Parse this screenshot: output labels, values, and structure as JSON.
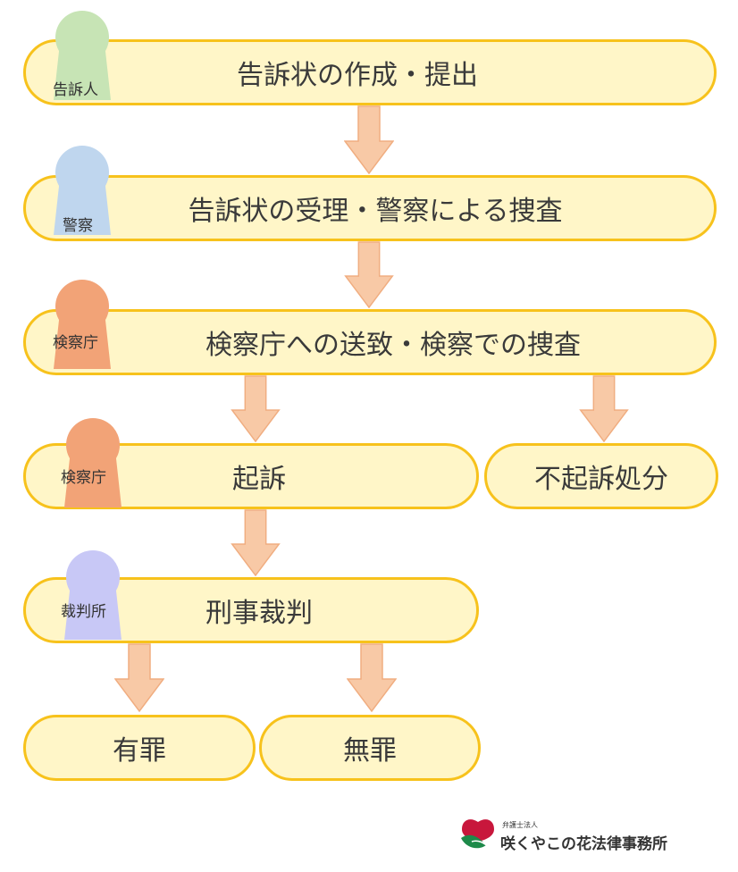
{
  "colors": {
    "pill_fill": "#fff6c8",
    "pill_border": "#f7c21c",
    "arrow_fill": "#f8c9a6",
    "arrow_stroke": "#f0ad80",
    "actor_complainant": "#c7e4b5",
    "actor_police": "#bfd6ee",
    "actor_prosecutor": "#f2a377",
    "actor_court": "#c8c8f6",
    "logo_red": "#c8173c",
    "logo_green": "#1e8a4a"
  },
  "steps": {
    "complaint": "告訴状の作成・提出",
    "investigation": "告訴状の受理・警察による捜査",
    "referral": "検察庁への送致・検察での捜査",
    "indictment": "起訴",
    "non_prosecution": "不起訴処分",
    "trial": "刑事裁判",
    "guilty": "有罪",
    "not_guilty": "無罪"
  },
  "actors": {
    "complainant": "告訴人",
    "police": "警察",
    "prosecutor_1": "検察庁",
    "prosecutor_2": "検察庁",
    "court": "裁判所"
  },
  "firm": {
    "type": "弁護士法人",
    "name": "咲くやこの花法律事務所"
  }
}
